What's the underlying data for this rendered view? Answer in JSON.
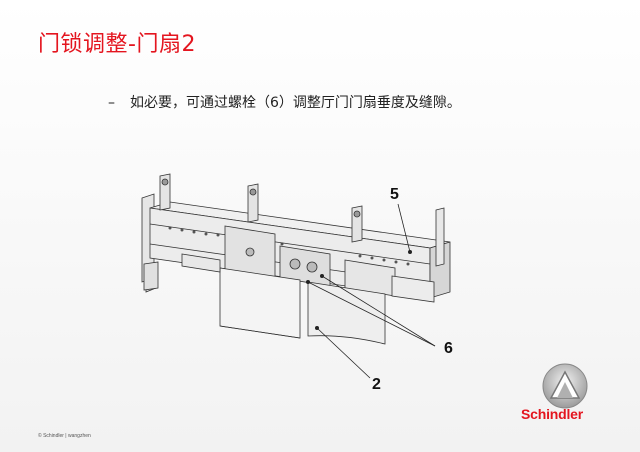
{
  "slide": {
    "title": "门锁调整-门扇2",
    "bullet_dash": "–",
    "bullet_text": "如必要，可通过螺栓（6）调整厅门门扇垂度及缝隙。",
    "footer": "© Schindler | wangzhen"
  },
  "diagram": {
    "callouts": [
      "5",
      "6",
      "2"
    ]
  },
  "brand": {
    "name": "Schindler",
    "accent_color": "#e4151f"
  }
}
